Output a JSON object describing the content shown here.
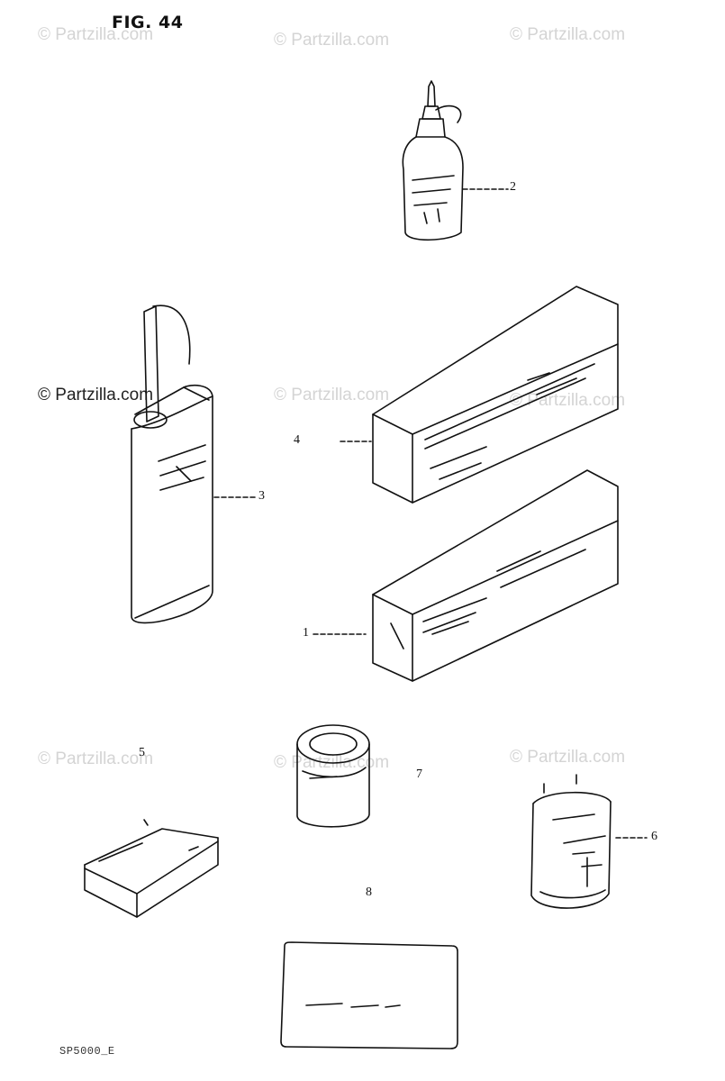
{
  "figure": {
    "title": "FIG. 44",
    "code": "SP5000_E"
  },
  "watermarks": [
    "© Partzilla.com",
    "© Partzilla.com",
    "© Partzilla.com",
    "© Partzilla.com",
    "© Partzilla.com",
    "© Partzilla.com",
    "© Partzilla.com",
    "© Partzilla.com",
    "© Partzilla.com"
  ],
  "callouts": [
    "1",
    "2",
    "3",
    "4",
    "5",
    "6",
    "7",
    "8"
  ],
  "colors": {
    "line": "#111111",
    "watermark": "#d4d4d4",
    "background": "#ffffff"
  }
}
